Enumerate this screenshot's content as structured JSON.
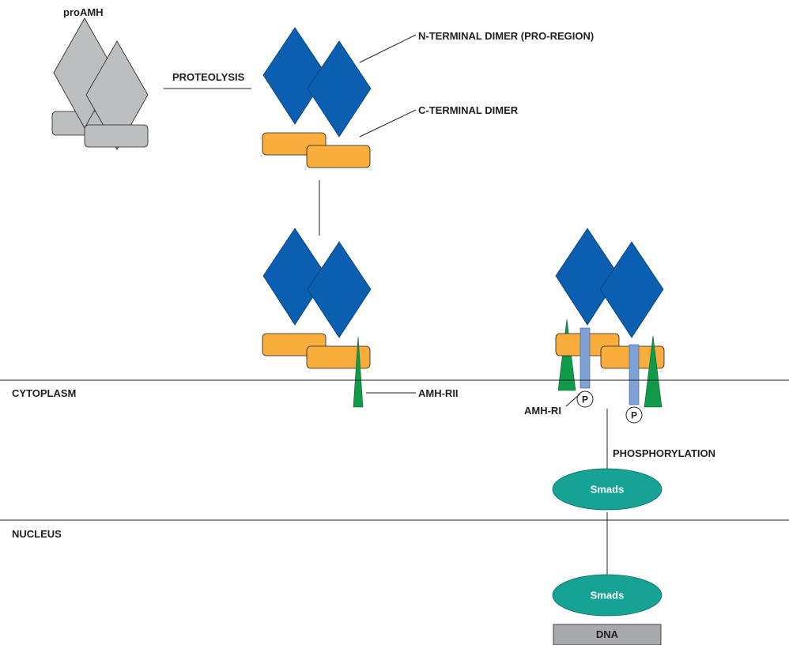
{
  "labels": {
    "pro_amh": "proAMH",
    "proteolysis": "PROTEOLYSIS",
    "n_terminal": "N-TERMINAL DIMER (PRO-REGION)",
    "c_terminal": "C-TERMINAL DIMER",
    "cytoplasm": "CYTOPLASM",
    "nucleus": "NUCLEUS",
    "amh_rii": "AMH-RII",
    "amh_ri": "AMH-RI",
    "phosphorylation": "PHOSPHORYLATION",
    "smads_cytoplasm": "Smads",
    "smads_nucleus": "Smads",
    "dna": "DNA",
    "phospho_1": "P",
    "phospho_2": "P"
  },
  "colors": {
    "pro_protein_gray": "#bcbec0",
    "n_terminal_blue": "#0a5fb0",
    "c_terminal_orange": "#f8ad3d",
    "receptor_type2_green": "#0f9b4a",
    "receptor_type1_blue": "#7fa2d6",
    "smads_teal": "#16a396",
    "dna_gray": "#a7a9ac"
  }
}
